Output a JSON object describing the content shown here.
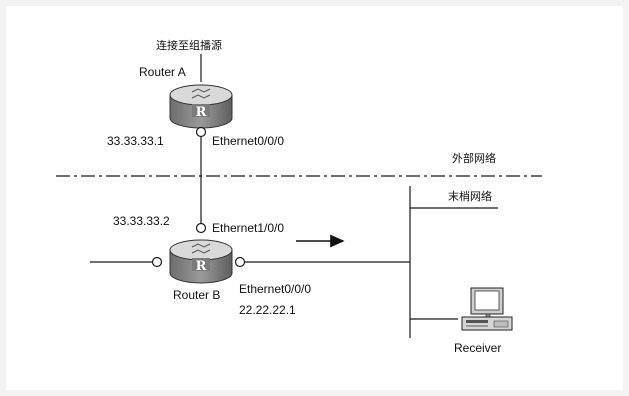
{
  "labels": {
    "multicast_source_link": "连接至组播源",
    "router_a": "Router A",
    "router_b": "Router B",
    "router_a_ip": "33.33.33.1",
    "router_a_interface": "Ethernet0/0/0",
    "router_b_ip_upper": "33.33.33.2",
    "router_b_interface_upper": "Ethernet1/0/0",
    "router_b_interface_lower": "Ethernet0/0/0",
    "router_b_ip_lower": "22.22.22.1",
    "external_network": "外部网络",
    "stub_network": "末梢网络",
    "receiver": "Receiver",
    "router_glyph": "R"
  },
  "colors": {
    "line": "#1a1a1a",
    "router_top": "#d9d9d9",
    "router_body": "#8c8c8c",
    "router_shadow": "#555555",
    "page_bg": "#f3f3f3",
    "canvas_bg": "#ffffff"
  },
  "icons": {
    "router": "router-icon",
    "computer": "computer-icon",
    "arrow": "traffic-direction-arrow"
  }
}
